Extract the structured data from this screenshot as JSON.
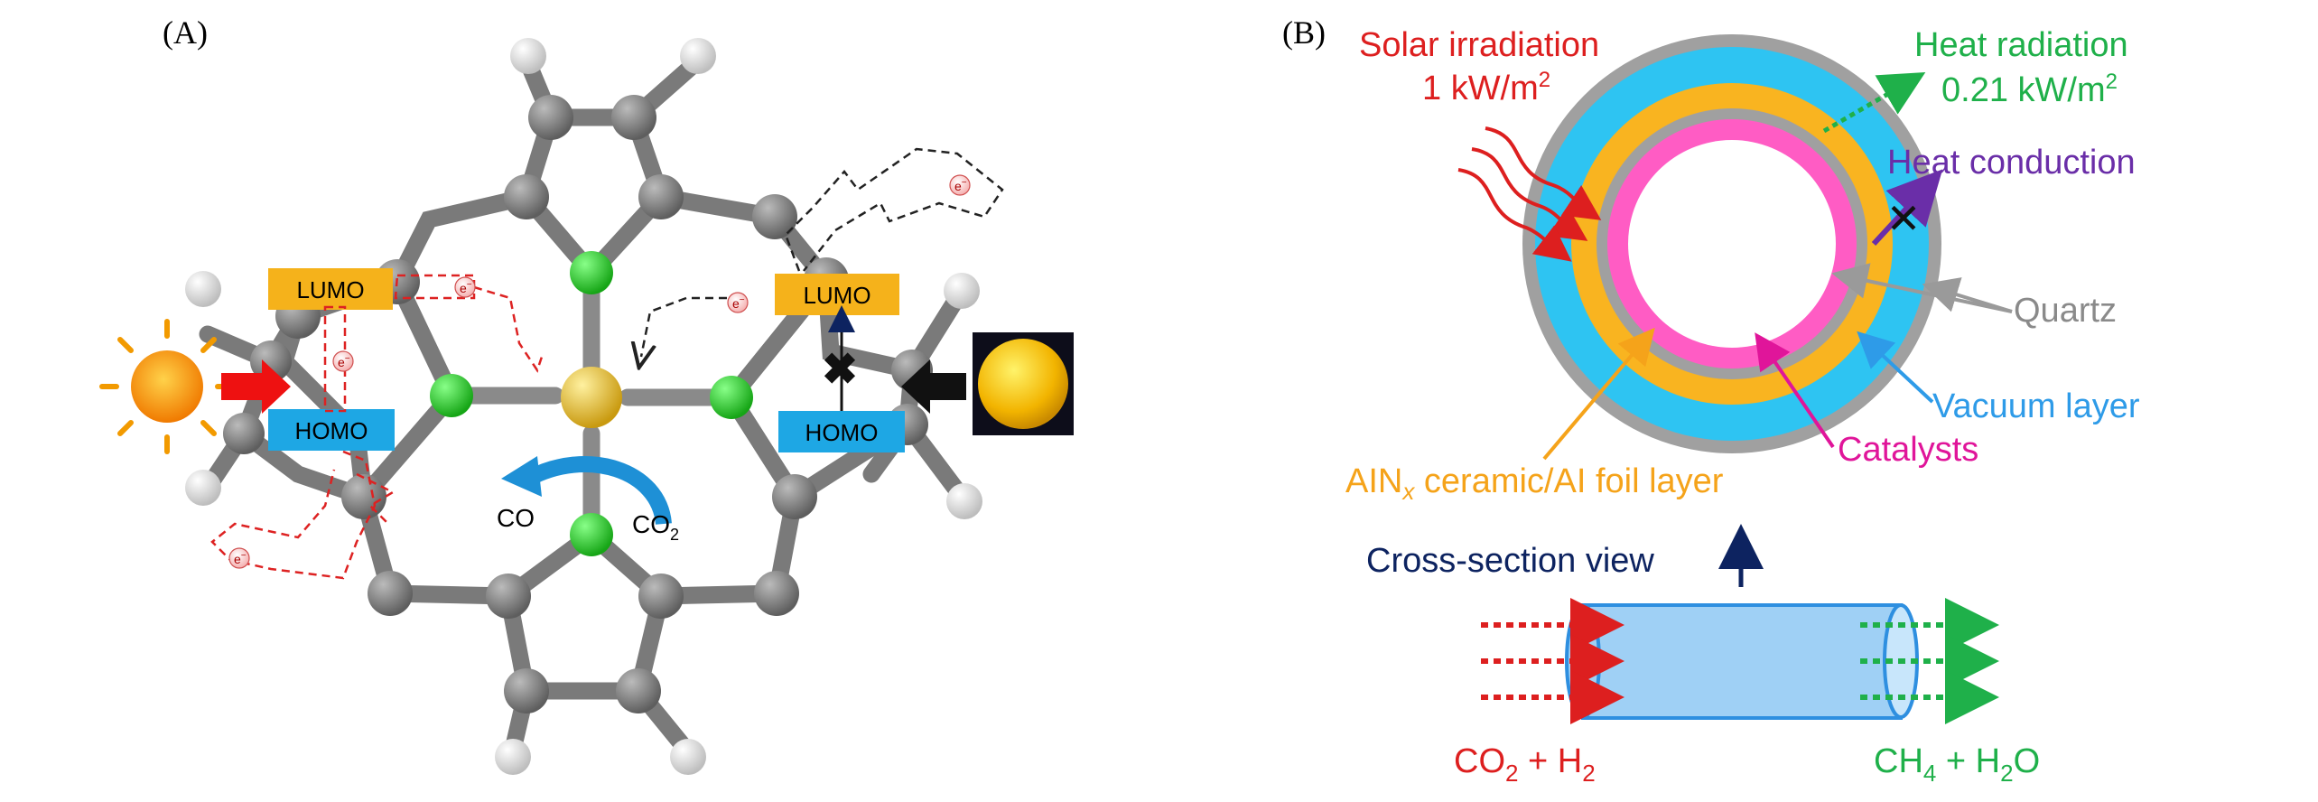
{
  "panel_a": {
    "label": "(A)",
    "lumo_left": "LUMO",
    "homo_left": "HOMO",
    "lumo_right": "LUMO",
    "homo_right": "HOMO",
    "electron": "e",
    "electron_sup": "−",
    "co": "CO",
    "co2_main": "CO",
    "co2_sub": "2",
    "colors": {
      "lumo_box": "#f5b21b",
      "homo_box": "#1ea7e4",
      "carbon": "#777777",
      "nitrogen": "#22cc22",
      "metal": "#e6b800",
      "hydrogen": "#eeeeee",
      "red_path": "#dd2222",
      "arrow_red": "#ee1111",
      "arrow_blue": "#1e90d6"
    },
    "icons": [
      "sun-icon",
      "gold-sphere-icon",
      "block-x-icon"
    ]
  },
  "panel_b": {
    "label": "(B)",
    "solar_line1": "Solar irradiation",
    "solar_line2": "1 kW/m",
    "solar_sup": "2",
    "heat_rad_line1": "Heat radiation",
    "heat_rad_line2": "0.21 kW/m",
    "heat_rad_sup": "2",
    "heat_conduction": "Heat conduction",
    "quartz": "Quartz",
    "vacuum": "Vacuum layer",
    "catalysts": "Catalysts",
    "ainx_pre": "AIN",
    "ainx_sub": "x",
    "ainx_post": " ceramic/AI foil layer",
    "cross_section": "Cross-section view",
    "feed_a": "CO",
    "feed_a_sub": "2",
    "feed_b": " + H",
    "feed_b_sub": "2",
    "prod_a": "CH",
    "prod_a_sub": "4",
    "prod_b": " + H",
    "prod_b_sub": "2",
    "prod_c": "O",
    "colors": {
      "quartz": "#a0a0a0",
      "vacuum": "#2ec4f2",
      "ainx": "#f9b420",
      "catalyst": "#ff5cc4",
      "solar": "#dd1f1f",
      "heat_radiation": "#1fb04a",
      "heat_conduction": "#6a2ea8",
      "cross_section": "#0d2360",
      "tube": "#9fd0f5",
      "tube_edge": "#2e8fe0"
    }
  }
}
